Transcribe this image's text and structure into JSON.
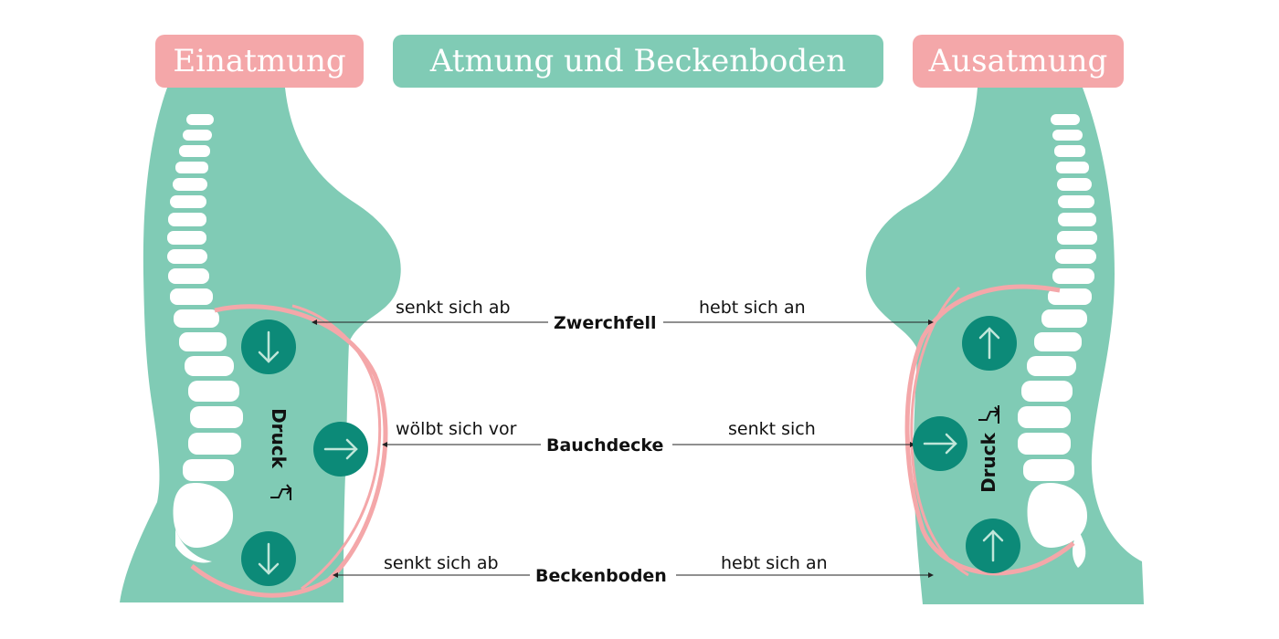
{
  "title": "Atmung und Beckenboden",
  "left_title": "Einatmung",
  "right_title": "Ausatmung",
  "pressure_label": "Druck",
  "colors": {
    "body": "#80cbb5",
    "accent_pink": "#f4a7a9",
    "circle": "#0c8a78",
    "spine": "#ffffff"
  },
  "rows": [
    {
      "name": "Zwerchfell",
      "left": "senkt sich ab",
      "right": "hebt sich an"
    },
    {
      "name": "Bauchdecke",
      "left": "wölbt sich vor",
      "right": "senkt sich"
    },
    {
      "name": "Beckenboden",
      "left": "senkt sich ab",
      "right": "hebt sich an"
    }
  ],
  "icons": {
    "left_top": "arrow-down-icon",
    "left_mid": "arrow-right-icon",
    "left_bottom": "arrow-down-icon",
    "right_top": "arrow-up-icon",
    "right_mid": "arrow-right-icon",
    "right_bottom": "arrow-up-icon"
  }
}
